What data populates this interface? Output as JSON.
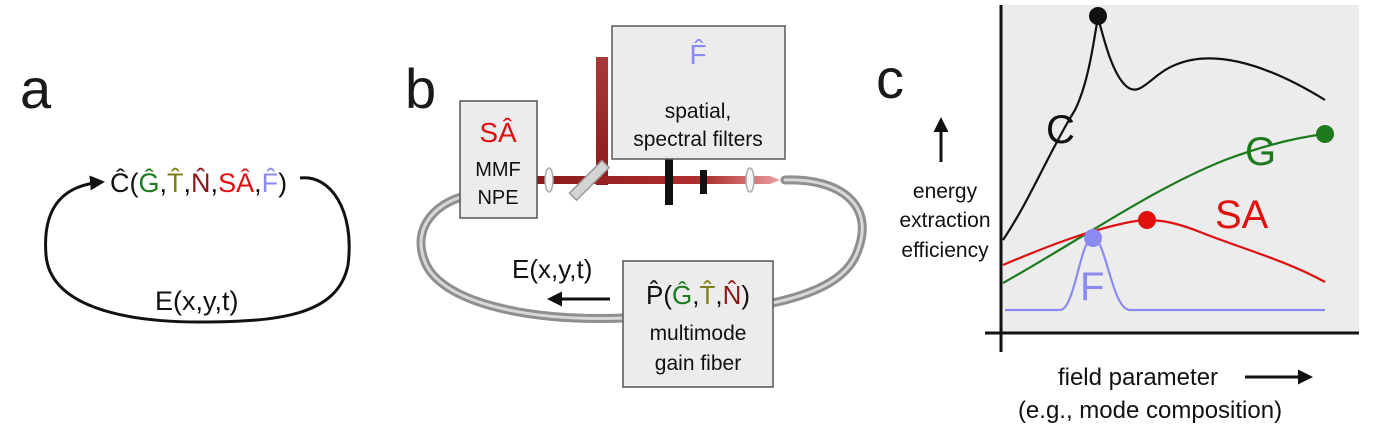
{
  "panel_a": {
    "letter": "a",
    "operator": "Ĉ",
    "args": [
      {
        "text": "Ĝ",
        "color": "#1e7a1e"
      },
      {
        "text": "T̂",
        "color": "#7f7f17"
      },
      {
        "text": "N̂",
        "color": "#8b1a1a"
      },
      {
        "text": "SÂ",
        "color": "#e01010"
      },
      {
        "text": "F̂",
        "color": "#8a8af0"
      }
    ],
    "field": "E(x,y,t)"
  },
  "panel_b": {
    "letter": "b",
    "sa_box": {
      "symbol": "SÂ",
      "line1": "MMF",
      "line2": "NPE"
    },
    "f_box": {
      "symbol": "F̂",
      "line1": "spatial,",
      "line2": "spectral filters"
    },
    "p_box": {
      "operator": "P̂",
      "args": [
        {
          "text": "Ĝ",
          "color": "#1e7a1e"
        },
        {
          "text": "T̂",
          "color": "#7f7f17"
        },
        {
          "text": "N̂",
          "color": "#8b1a1a"
        }
      ],
      "line1": "multimode",
      "line2": "gain fiber"
    },
    "field": "E(x,y,t)"
  },
  "panel_c": {
    "letter": "c",
    "curves": [
      {
        "label": "C",
        "color": "#111111"
      },
      {
        "label": "G",
        "color": "#1e7a1e"
      },
      {
        "label": "SA",
        "color": "#e01010"
      },
      {
        "label": "F",
        "color": "#8a8af0"
      }
    ],
    "ylabel": [
      "energy",
      "extraction",
      "efficiency"
    ],
    "xlabel": "field parameter",
    "xlabel2": "(e.g., mode composition)"
  },
  "colors": {
    "green": "#1e7a1e",
    "olive": "#7f7f17",
    "darkred": "#8b1a1a",
    "red": "#e01010",
    "lavender": "#8a8af0",
    "beam": "#8b1a1a",
    "plot_bg": "#ececec"
  }
}
